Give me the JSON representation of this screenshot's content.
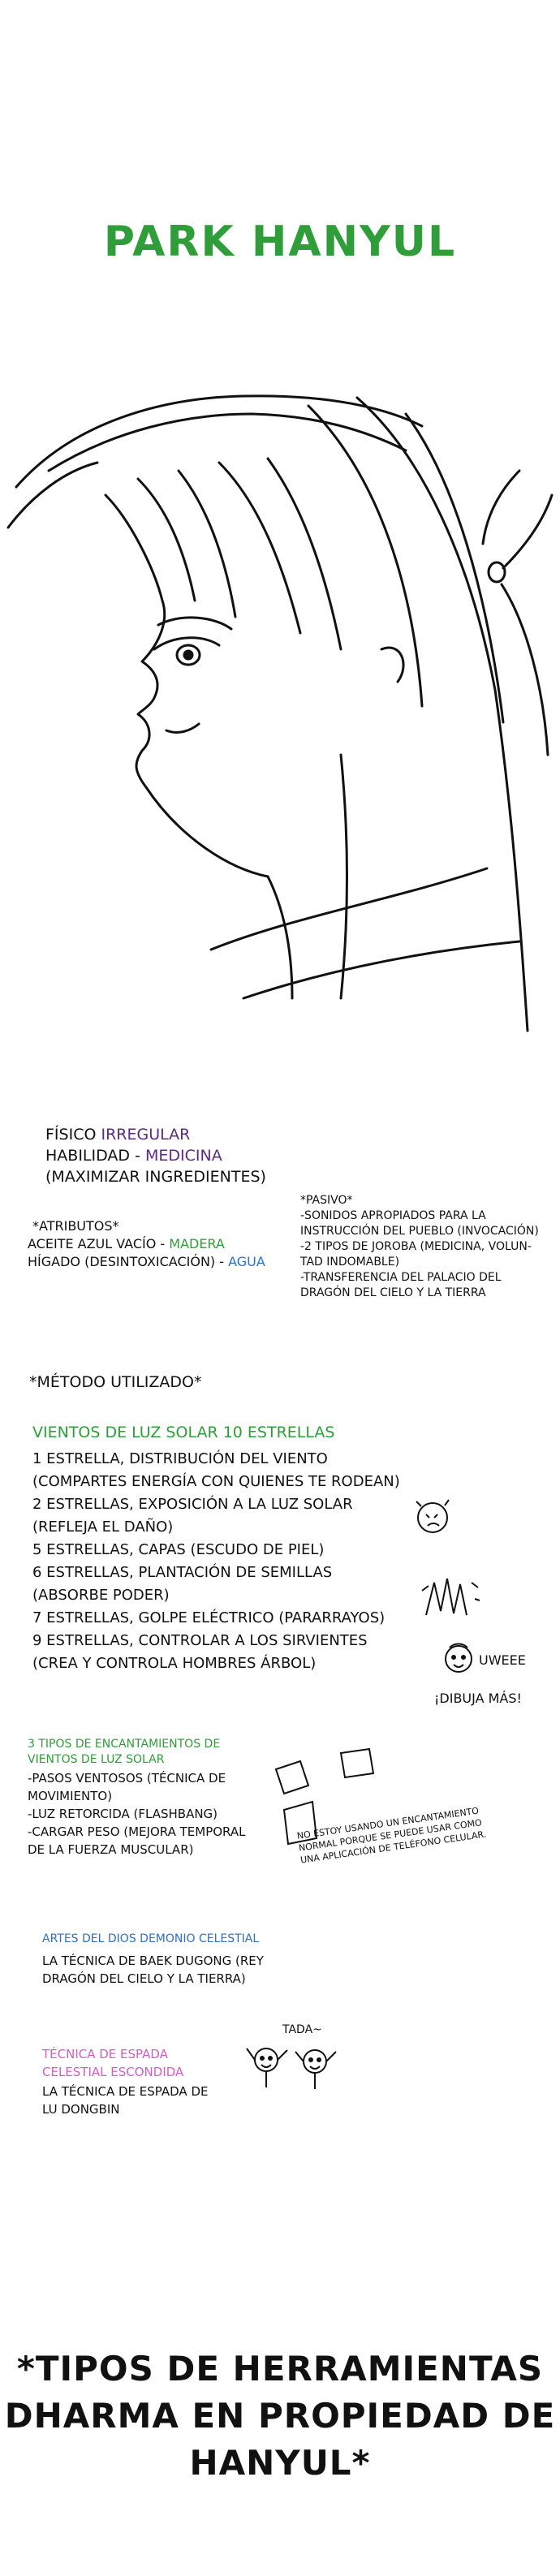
{
  "title": "PARK HANYUL",
  "colors": {
    "title": "#2f9e3a",
    "purple": "#5b2a86",
    "green": "#2f9e3a",
    "blue": "#2f6fc9",
    "pink": "#d05fc4"
  },
  "stats": {
    "fisico_label": "FÍSICO ",
    "fisico_value": "IRREGULAR",
    "habilidad_label": "HABILIDAD - ",
    "habilidad_value": "MEDICINA",
    "habilidad_note": "(MAXIMIZAR INGREDIENTES)"
  },
  "atributos": {
    "header": "*ATRIBUTOS*",
    "line1_text": "ACEITE AZUL VACÍO - ",
    "line1_tag": "MADERA",
    "line2_text": "HÍGADO (DESINTOXICACIÓN) - ",
    "line2_tag": "AGUA"
  },
  "pasivo": {
    "header": "*PASIVO*",
    "lines": [
      "-SONIDOS APROPIADOS PARA LA",
      "INSTRUCCIÓN DEL PUEBLO (INVOCACIÓN)",
      "-2 TIPOS DE JOROBA (MEDICINA, VOLUN-",
      "TAD INDOMABLE)",
      "-TRANSFERENCIA DEL PALACIO DEL",
      "DRAGÓN DEL CIELO Y LA TIERRA"
    ]
  },
  "metodo": {
    "header": "*MÉTODO UTILIZADO*",
    "subheader": "VIENTOS DE LUZ SOLAR 10 ESTRELLAS",
    "lines": [
      "1 ESTRELLA, DISTRIBUCIÓN DEL VIENTO",
      "(COMPARTES ENERGÍA CON QUIENES TE RODEAN)",
      "2 ESTRELLAS, EXPOSICIÓN A LA LUZ SOLAR",
      "(REFLEJA EL DAÑO)",
      "5 ESTRELLAS, CAPAS (ESCUDO DE PIEL)",
      "6 ESTRELLAS, PLANTACIÓN DE SEMILLAS",
      "(ABSORBE PODER)",
      "7 ESTRELLAS, GOLPE ELÉCTRICO (PARARRAYOS)",
      "9 ESTRELLAS, CONTROLAR A LOS SIRVIENTES",
      "(CREA Y CONTROLA HOMBRES ÁRBOL)"
    ]
  },
  "doodles": {
    "uweee": "UWEEE",
    "dibuja": "¡DIBUJA MÁS!",
    "tada": "TADA~"
  },
  "encantamientos": {
    "header_line1": "3 TIPOS DE ENCANTAMIENTOS DE",
    "header_line2": "VIENTOS DE LUZ SOLAR",
    "lines": [
      "-PASOS VENTOSOS (TÉCNICA DE",
      "MOVIMIENTO)",
      "-LUZ RETORCIDA (FLASHBANG)",
      "-CARGAR PESO (MEJORA TEMPORAL",
      "DE LA FUERZA MUSCULAR)"
    ]
  },
  "side_note": {
    "lines": [
      "NO ESTOY USANDO UN ENCANTAMIENTO",
      "NORMAL PORQUE SE PUEDE USAR COMO",
      "UNA APLICACIÓN DE TELÉFONO CELULAR."
    ]
  },
  "demonio": {
    "header": "ARTES DEL DIOS DEMONIO CELESTIAL",
    "lines": [
      "LA TÉCNICA DE BAEK DUGONG (REY",
      "DRAGÓN DEL CIELO Y LA TIERRA)"
    ]
  },
  "espada": {
    "header_line1": "TÉCNICA DE ESPADA",
    "header_line2": "CELESTIAL ESCONDIDA",
    "lines": [
      "LA TÉCNICA DE ESPADA DE",
      "LU DONGBIN"
    ]
  },
  "footer": {
    "lines": [
      "*TIPOS DE HERRAMIENTAS",
      "DHARMA EN PROPIEDAD DE",
      "HANYUL*"
    ]
  }
}
